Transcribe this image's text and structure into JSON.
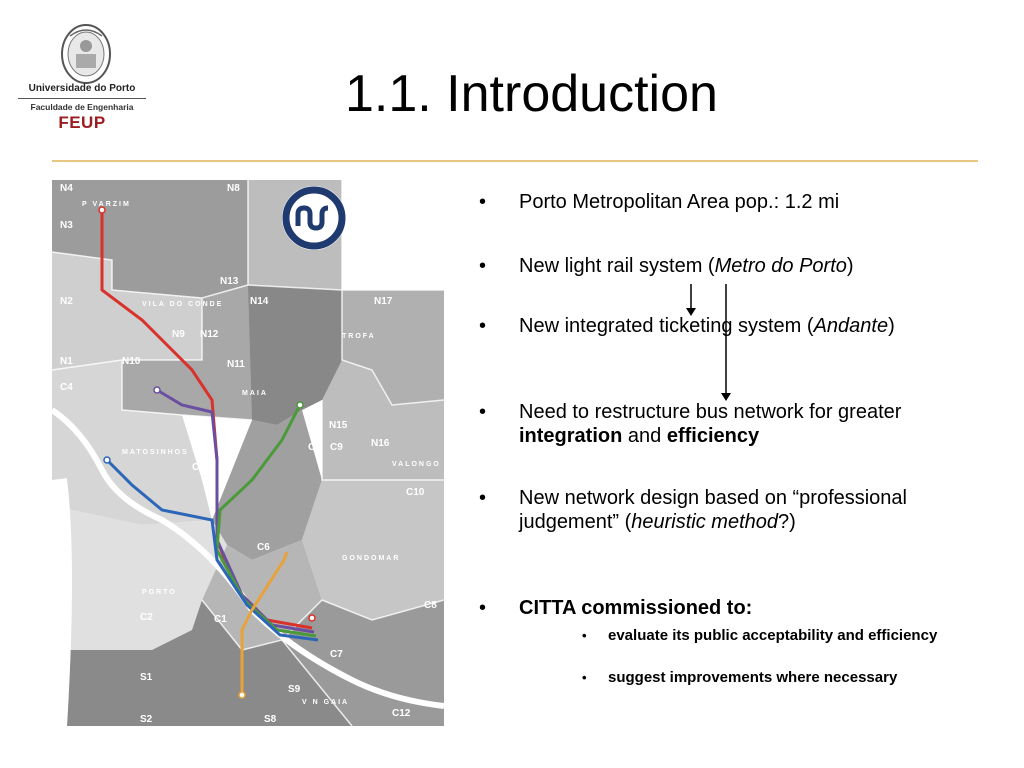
{
  "logo": {
    "university": "Universidade do Porto",
    "faculty": "Faculdade de Engenharia",
    "abbr": "FEUP",
    "seal_icon": "university-seal-icon"
  },
  "title": "1.1. Introduction",
  "map": {
    "zones": [
      "N4",
      "N8",
      "N3",
      "N13",
      "N2",
      "N14",
      "N17",
      "N9",
      "N12",
      "N1",
      "N10",
      "N11",
      "C4",
      "N15",
      "C9",
      "C5",
      "N16",
      "C3",
      "C10",
      "C6",
      "C8",
      "C2",
      "C1",
      "C7",
      "S1",
      "S9",
      "S2",
      "S8",
      "C12"
    ],
    "areas": [
      "P VARZIM",
      "VILA DO CONDE",
      "TROFA",
      "MAIA",
      "MATOSINHOS",
      "VALONGO",
      "GONDOMAR",
      "PORTO",
      "V N GAIA"
    ],
    "logo_icon": "metro-do-porto-logo-icon"
  },
  "bullets": [
    {
      "parts": [
        {
          "t": "Porto Metropolitan Area pop.: 1.2 mi"
        }
      ]
    },
    {
      "parts": [
        {
          "t": "New light rail system ("
        },
        {
          "t": "Metro do Porto",
          "i": true
        },
        {
          "t": ")"
        }
      ]
    },
    {
      "parts": [
        {
          "t": "New integrated ticketing system ("
        },
        {
          "t": "Andante",
          "i": true
        },
        {
          "t": ")"
        }
      ]
    },
    {
      "parts": [
        {
          "t": "Need to restructure bus network for greater "
        },
        {
          "t": "integration",
          "b": true
        },
        {
          "t": " and "
        },
        {
          "t": "efficiency",
          "b": true
        }
      ]
    },
    {
      "parts": [
        {
          "t": " New network design based on “professional judgement” ("
        },
        {
          "t": "heuristic method",
          "i": true
        },
        {
          "t": "?)"
        }
      ]
    },
    {
      "parts": [
        {
          "t": "CITTA commissioned to:",
          "b": true
        }
      ]
    }
  ],
  "sub_bullets": [
    "evaluate its public acceptability and efficiency",
    "suggest improvements where necessary"
  ],
  "bullet_char": "•",
  "colors": {
    "feup_red": "#9b1d20",
    "rule": "#e9c783",
    "metro_blue": "#1f3a6e"
  }
}
